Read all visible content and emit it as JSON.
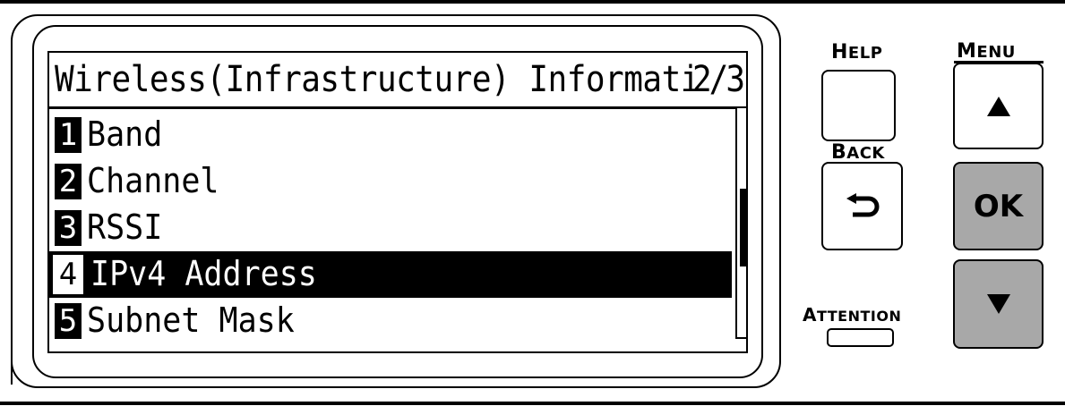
{
  "screen": {
    "title": "Wireless(Infrastructure) Informati",
    "page_indicator": "2/3",
    "menu_items": [
      {
        "number": "1",
        "label": "Band",
        "selected": false
      },
      {
        "number": "2",
        "label": "Channel",
        "selected": false
      },
      {
        "number": "3",
        "label": "RSSI",
        "selected": false
      },
      {
        "number": "4",
        "label": "IPv4 Address",
        "selected": true
      },
      {
        "number": "5",
        "label": "Subnet Mask",
        "selected": false
      }
    ],
    "scrollbar": {
      "thumb_start_fraction": 0.35,
      "thumb_end_fraction": 0.69
    }
  },
  "buttons": {
    "help_label_cap": "H",
    "help_label_rest": "ELP",
    "back_label_cap": "B",
    "back_label_rest": "ACK",
    "menu_label_cap": "M",
    "menu_label_rest": "ENU",
    "ok_label": "OK",
    "attention_label_cap": "A",
    "attention_label_rest": "TTENTION"
  },
  "icons": {
    "back": "back-arrow-icon",
    "up": "triangle-up-icon",
    "down": "triangle-down-icon"
  },
  "colors": {
    "panel_line": "#000000",
    "gray_button": "#a8a8a8",
    "background": "#ffffff"
  }
}
